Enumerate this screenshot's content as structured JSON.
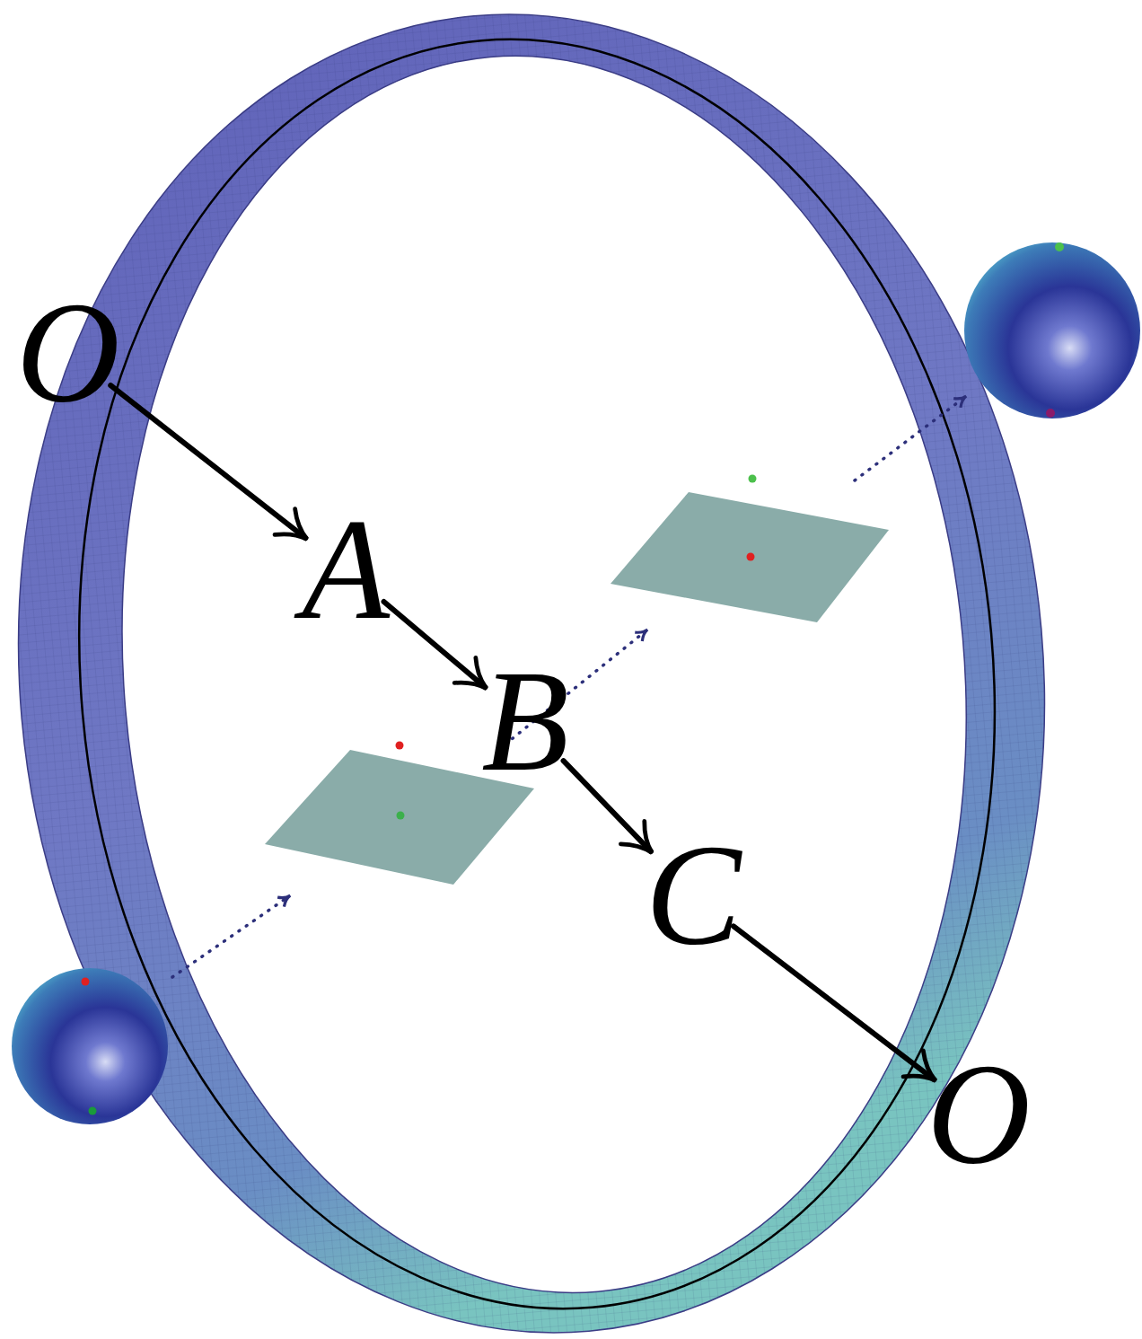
{
  "diagram": {
    "nodes": [
      {
        "text": [
          "O"
        ]
      },
      {
        "text": [
          "A"
        ]
      },
      {
        "text": [
          "B"
        ]
      },
      {
        "text": [
          "C"
        ]
      },
      {
        "text": [
          "O"
        ]
      }
    ],
    "edges": [
      {
        "from": 0,
        "to": 1,
        "arrow": "to"
      },
      {
        "from": 1,
        "to": 2,
        "arrow": "to"
      },
      {
        "from": 2,
        "to": 3,
        "arrow": "to"
      },
      {
        "from": 3,
        "to": 4,
        "arrow": "to"
      }
    ]
  }
}
